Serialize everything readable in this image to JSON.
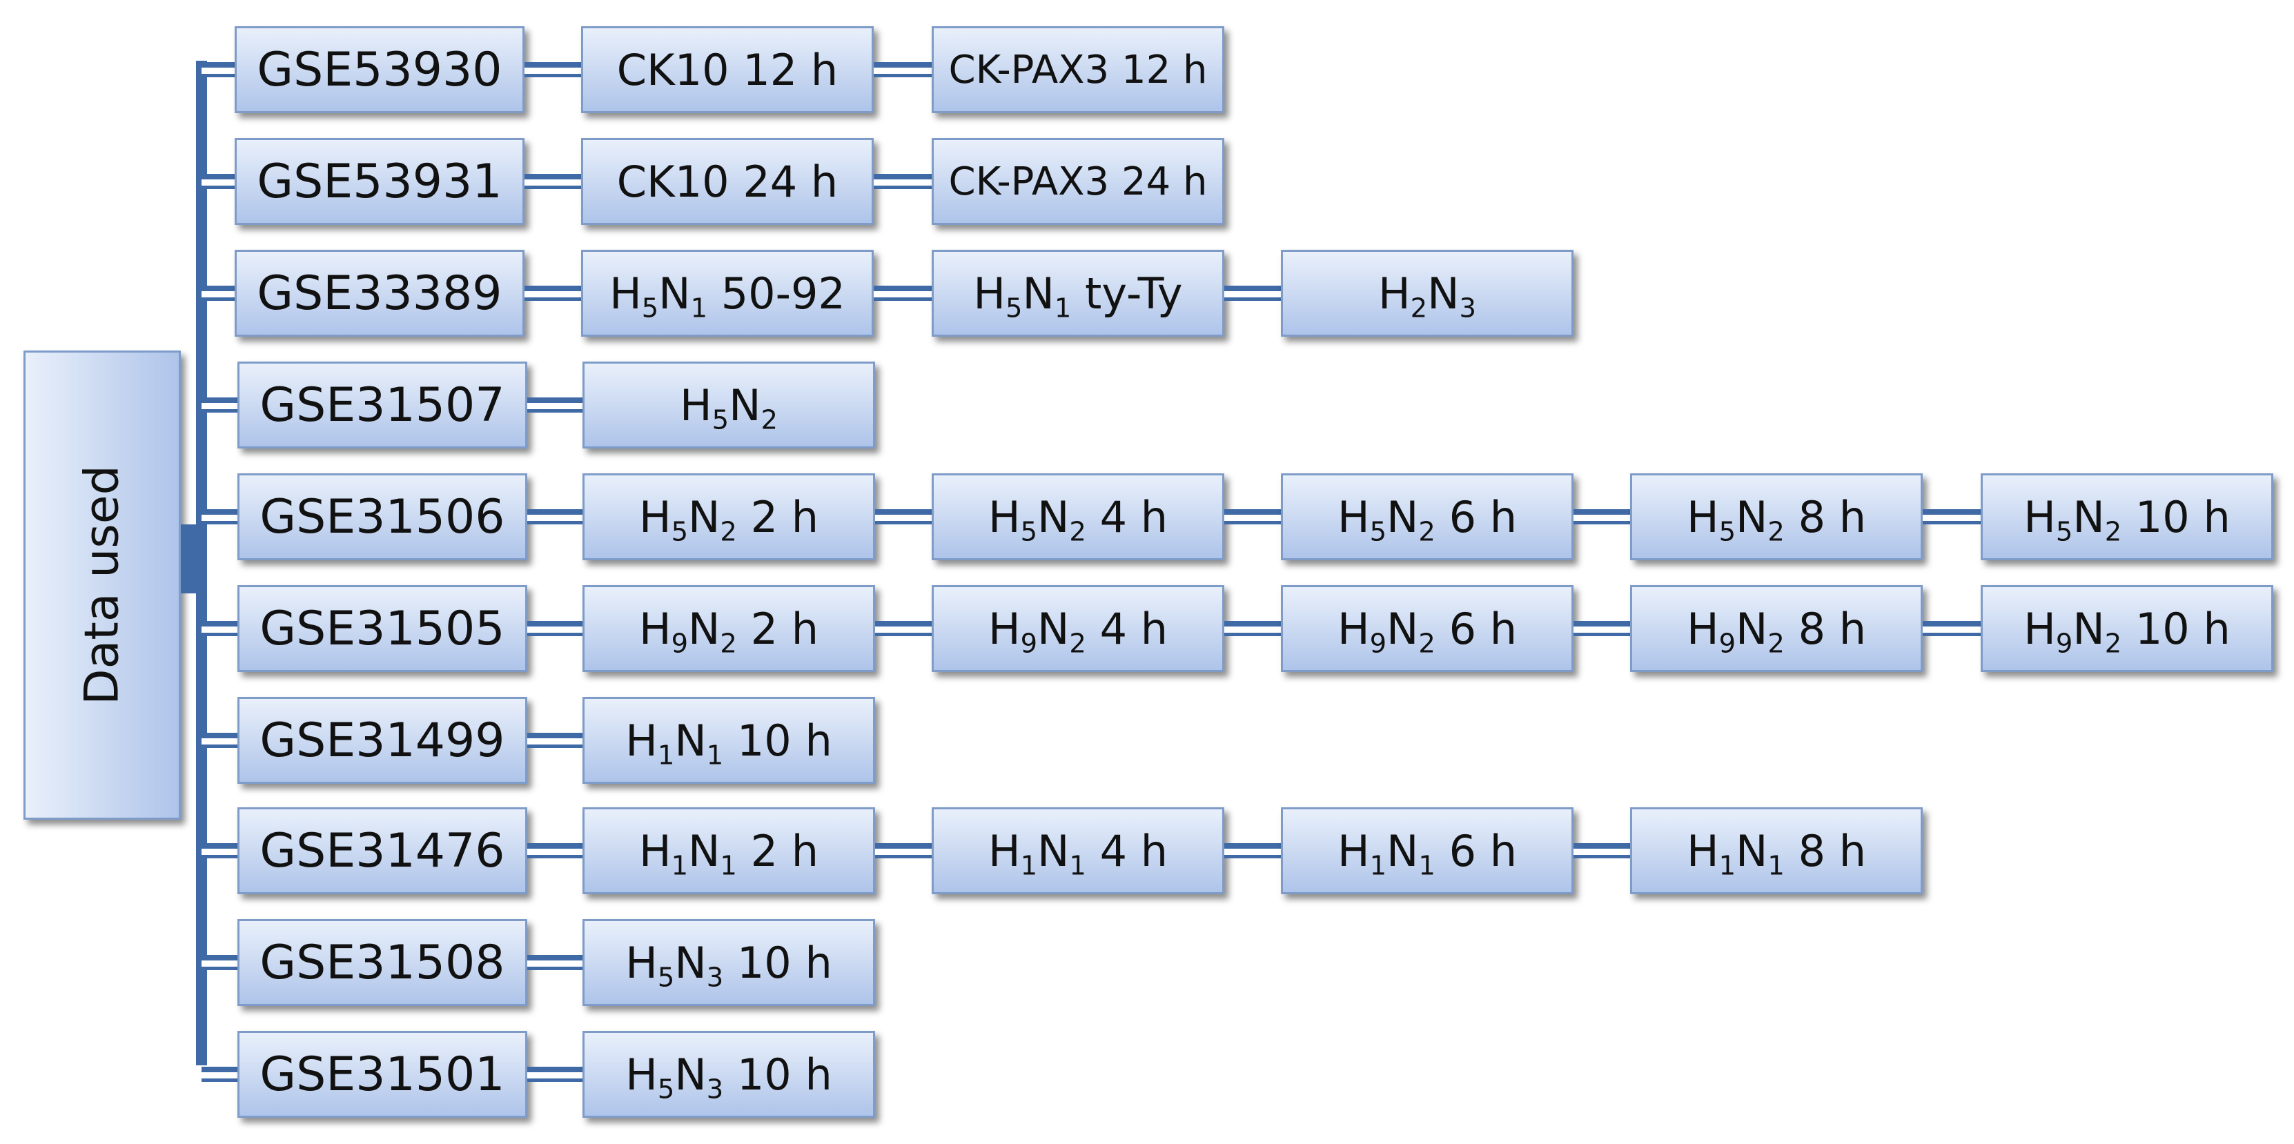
{
  "root": {
    "label": "Data used"
  },
  "datasets": [
    {
      "id": "GSE53930",
      "samples": [
        [
          {
            "t": "CK10 12 h"
          }
        ],
        [
          {
            "t": "CK-PAX3 12 h"
          }
        ]
      ]
    },
    {
      "id": "GSE53931",
      "samples": [
        [
          {
            "t": "CK10 24 h"
          }
        ],
        [
          {
            "t": "CK-PAX3 24 h"
          }
        ]
      ]
    },
    {
      "id": "GSE33389",
      "samples": [
        [
          {
            "t": "H"
          },
          {
            "s": "5"
          },
          {
            "t": "N"
          },
          {
            "s": "1"
          },
          {
            "t": " 50-92"
          }
        ],
        [
          {
            "t": "H"
          },
          {
            "s": "5"
          },
          {
            "t": "N"
          },
          {
            "s": "1"
          },
          {
            "t": " ty-Ty"
          }
        ],
        [
          {
            "t": "H"
          },
          {
            "s": "2"
          },
          {
            "t": "N"
          },
          {
            "s": "3"
          }
        ]
      ]
    },
    {
      "id": "GSE31507",
      "samples": [
        [
          {
            "t": "H"
          },
          {
            "s": "5"
          },
          {
            "t": "N"
          },
          {
            "s": "2"
          }
        ]
      ]
    },
    {
      "id": "GSE31506",
      "samples": [
        [
          {
            "t": "H"
          },
          {
            "s": "5"
          },
          {
            "t": "N"
          },
          {
            "s": "2"
          },
          {
            "t": " 2 h"
          }
        ],
        [
          {
            "t": "H"
          },
          {
            "s": "5"
          },
          {
            "t": "N"
          },
          {
            "s": "2"
          },
          {
            "t": " 4 h"
          }
        ],
        [
          {
            "t": "H"
          },
          {
            "s": "5"
          },
          {
            "t": "N"
          },
          {
            "s": "2"
          },
          {
            "t": " 6 h"
          }
        ],
        [
          {
            "t": "H"
          },
          {
            "s": "5"
          },
          {
            "t": "N"
          },
          {
            "s": "2"
          },
          {
            "t": " 8 h"
          }
        ],
        [
          {
            "t": "H"
          },
          {
            "s": "5"
          },
          {
            "t": "N"
          },
          {
            "s": "2"
          },
          {
            "t": " 10 h"
          }
        ]
      ]
    },
    {
      "id": "GSE31505",
      "samples": [
        [
          {
            "t": "H"
          },
          {
            "s": "9"
          },
          {
            "t": "N"
          },
          {
            "s": "2"
          },
          {
            "t": " 2 h"
          }
        ],
        [
          {
            "t": "H"
          },
          {
            "s": "9"
          },
          {
            "t": "N"
          },
          {
            "s": "2"
          },
          {
            "t": " 4 h"
          }
        ],
        [
          {
            "t": "H"
          },
          {
            "s": "9"
          },
          {
            "t": "N"
          },
          {
            "s": "2"
          },
          {
            "t": " 6 h"
          }
        ],
        [
          {
            "t": "H"
          },
          {
            "s": "9"
          },
          {
            "t": "N"
          },
          {
            "s": "2"
          },
          {
            "t": " 8 h"
          }
        ],
        [
          {
            "t": "H"
          },
          {
            "s": "9"
          },
          {
            "t": "N"
          },
          {
            "s": "2"
          },
          {
            "t": " 10 h"
          }
        ]
      ]
    },
    {
      "id": "GSE31499",
      "samples": [
        [
          {
            "t": "H"
          },
          {
            "s": "1"
          },
          {
            "t": "N"
          },
          {
            "s": "1"
          },
          {
            "t": " 10 h"
          }
        ]
      ]
    },
    {
      "id": "GSE31476",
      "samples": [
        [
          {
            "t": "H"
          },
          {
            "s": "1"
          },
          {
            "t": "N"
          },
          {
            "s": "1"
          },
          {
            "t": " 2 h"
          }
        ],
        [
          {
            "t": "H"
          },
          {
            "s": "1"
          },
          {
            "t": "N"
          },
          {
            "s": "1"
          },
          {
            "t": " 4 h"
          }
        ],
        [
          {
            "t": "H"
          },
          {
            "s": "1"
          },
          {
            "t": "N"
          },
          {
            "s": "1"
          },
          {
            "t": " 6 h"
          }
        ],
        [
          {
            "t": "H"
          },
          {
            "s": "1"
          },
          {
            "t": "N"
          },
          {
            "s": "1"
          },
          {
            "t": " 8 h"
          }
        ]
      ]
    },
    {
      "id": "GSE31508",
      "samples": [
        [
          {
            "t": "H"
          },
          {
            "s": "5"
          },
          {
            "t": "N"
          },
          {
            "s": "3"
          },
          {
            "t": " 10 h"
          }
        ]
      ]
    },
    {
      "id": "GSE31501",
      "samples": [
        [
          {
            "t": "H"
          },
          {
            "s": "5"
          },
          {
            "t": "N"
          },
          {
            "s": "3"
          },
          {
            "t": " 10 h"
          }
        ]
      ]
    }
  ]
}
